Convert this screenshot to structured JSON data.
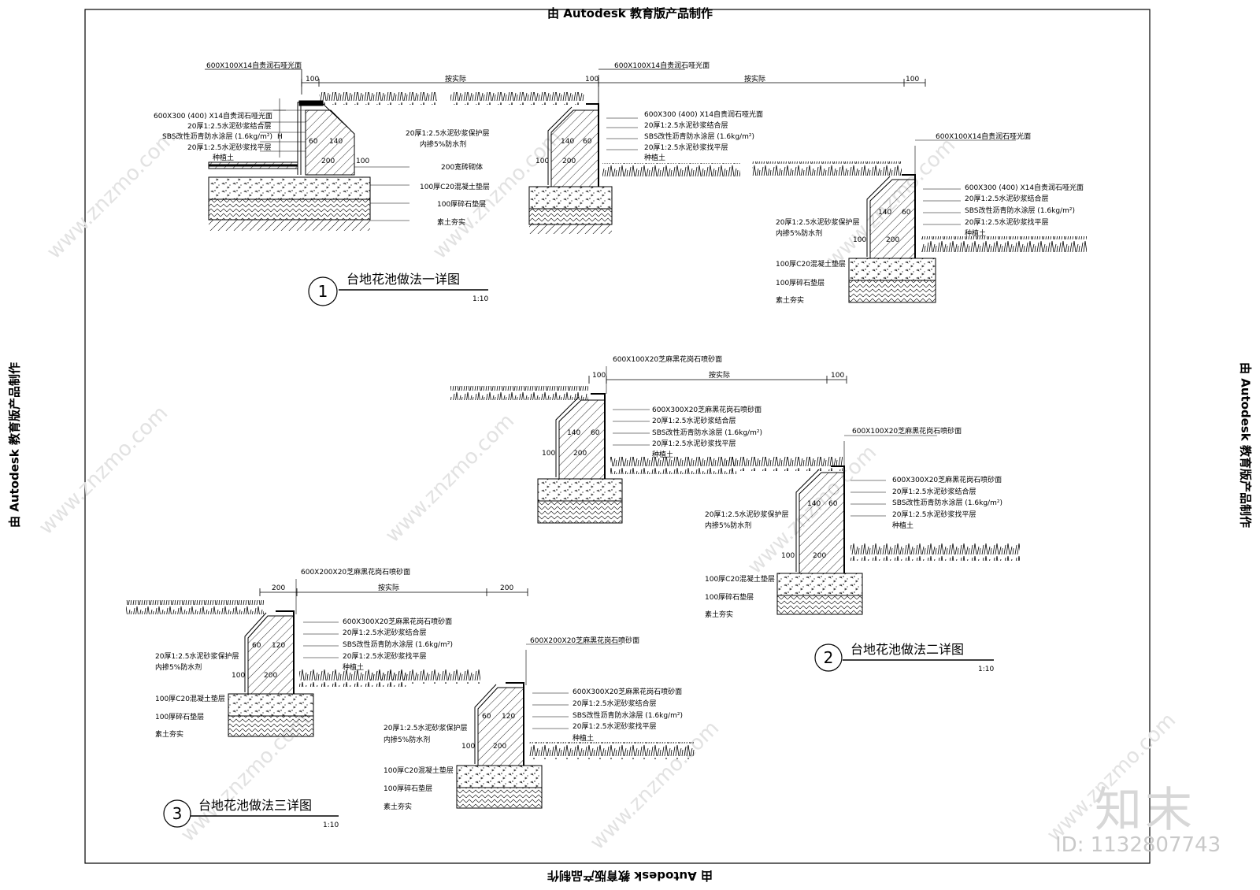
{
  "stamps": {
    "top": "由 Autodesk 教育版产品制作",
    "bottom": "由 Autodesk 教育版产品制作",
    "left": "由 Autodesk 教育版产品制作",
    "right": "由 Autodesk 教育版产品制作"
  },
  "watermark": {
    "logo": "知末",
    "id": "ID: 1132807743",
    "url": "www.znzmo.com"
  },
  "titles": {
    "t1": {
      "number": "1",
      "text": "台地花池做法一详图",
      "scale": "1:10"
    },
    "t2": {
      "number": "2",
      "text": "台地花池做法二详图",
      "scale": "1:10"
    },
    "t3": {
      "number": "3",
      "text": "台地花池做法三详图",
      "scale": "1:10"
    }
  },
  "d1": {
    "top_cap": "600X100X14自贵润石哑光面",
    "dim_100": "100",
    "dim_width": "按实际",
    "labels_right": [
      "600X300 (400) X14自贵润石哑光面",
      "20厚1:2.5水泥砂浆结合层",
      "SBS改性沥青防水涂层 (1.6kg/m²)",
      "20厚1:2.5水泥砂浆找平层",
      "种植土"
    ],
    "labels_left": [
      "20厚1:2.5水泥砂浆保护层",
      "内掺5%防水剂"
    ],
    "wall_dims": [
      "60",
      "140",
      "200",
      "100"
    ],
    "base_labels": [
      "200宽砖砌体",
      "100厚C20混凝土垫层",
      "100厚碎石垫层",
      "素土夯实"
    ],
    "h": "H"
  },
  "d2": {
    "top_cap": "600X100X20芝麻黑花岗石喷砂面",
    "labels_right": [
      "600X300X20芝麻黑花岗石喷砂面",
      "20厚1:2.5水泥砂浆结合层",
      "SBS改性沥青防水涂层 (1.6kg/m²)",
      "20厚1:2.5水泥砂浆找平层",
      "种植土"
    ],
    "wall_dims": [
      "140",
      "60",
      "200",
      "100"
    ]
  },
  "d3": {
    "top_cap": "600X200X20芝麻黑花岗石喷砂面",
    "dim_200": "200",
    "wall_dims": [
      "60",
      "120",
      "200",
      "100"
    ]
  }
}
